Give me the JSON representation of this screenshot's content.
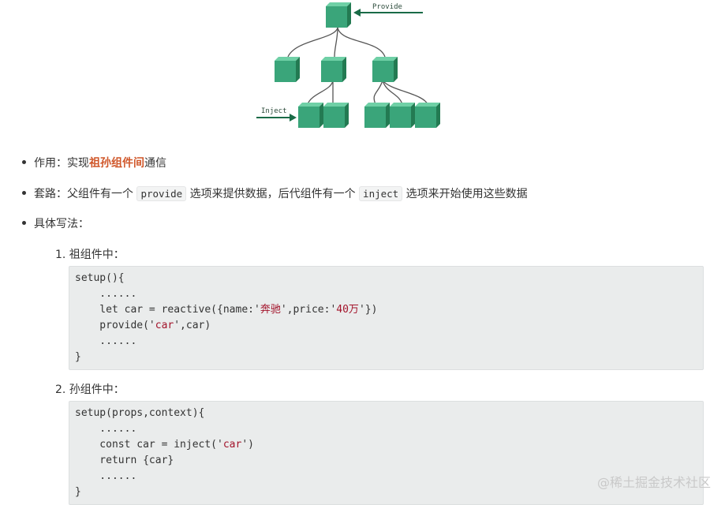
{
  "diagram": {
    "provide_label": "Provide",
    "inject_label": "Inject",
    "cube_color": "#3aa57a"
  },
  "bullets": [
    {
      "prefix": "作用：实现",
      "highlight": "祖孙组件间",
      "suffix": "通信"
    },
    {
      "prefix": "套路：父组件有一个",
      "code1": "provide",
      "middle": "选项来提供数据，后代组件有一个",
      "code2": "inject",
      "suffix": "选项来开始使用这些数据"
    },
    {
      "text": "具体写法："
    }
  ],
  "steps": [
    {
      "label": "1. 祖组件中：",
      "code": [
        "setup(){",
        "    ......",
        "    let car = reactive({name:'奔驰',price:'40万'})",
        "    provide('car',car)",
        "    ......",
        "}"
      ]
    },
    {
      "label": "2. 孙组件中：",
      "code": [
        "setup(props,context){",
        "    ......",
        "    const car = inject('car')",
        "    return {car}",
        "    ......",
        "}"
      ]
    }
  ],
  "watermark": "@稀土掘金技术社区",
  "colors": {
    "highlight": "#d0572a",
    "string": "#a3142b",
    "accent": "#1a6b47"
  }
}
